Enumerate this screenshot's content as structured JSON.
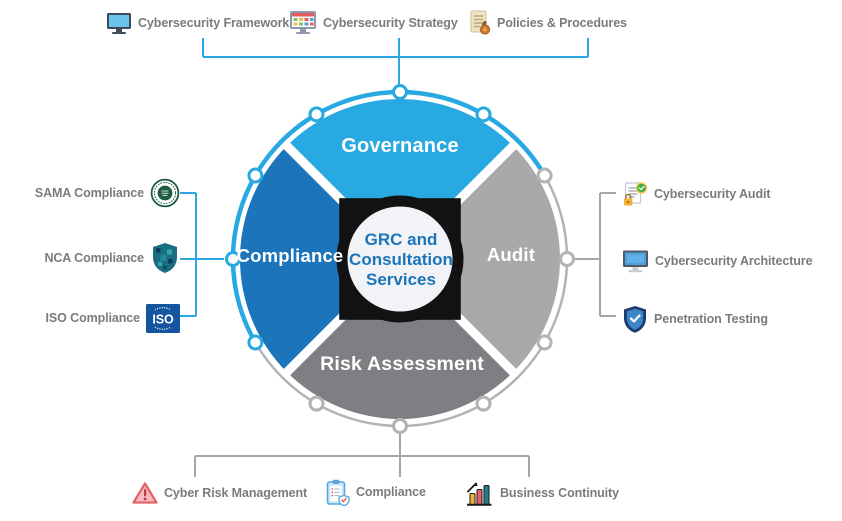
{
  "title": "GRC and Consultation Services",
  "colors": {
    "governance_blue": "#29A9E1",
    "compliance_blue": "#1C75BB",
    "audit_gray": "#A9A9AC",
    "risk_gray": "#7F7F83",
    "ring_gray": "#B3B3B6",
    "connector_blue": "#29A9E1",
    "connector_gray": "#A6A6A9",
    "center_ring_black": "#121212",
    "center_fill": "#F2F3F6",
    "label_gray": "#7B7B7E",
    "wedge_text_white": "#FFFFFF"
  },
  "center": {
    "line1": "GRC and",
    "line2": "Consultation",
    "line3": "Services"
  },
  "wedges": {
    "top": {
      "label": "Governance"
    },
    "left": {
      "label": "Compliance"
    },
    "right": {
      "label": "Audit"
    },
    "bottom": {
      "label": "Risk Assessment"
    }
  },
  "top_group": {
    "items": [
      {
        "label": "Cybersecurity Framework",
        "icon": "monitor-icon"
      },
      {
        "label": "Cybersecurity Strategy",
        "icon": "dashboard-monitor-icon"
      },
      {
        "label": "Policies & Procedures",
        "icon": "document-stamp-icon"
      }
    ]
  },
  "left_group": {
    "items": [
      {
        "label": "SAMA Compliance",
        "icon": "sama-seal-icon"
      },
      {
        "label": "NCA Compliance",
        "icon": "nca-shield-icon"
      },
      {
        "label": "ISO Compliance",
        "icon": "iso-badge-icon",
        "icon_text": "ISO"
      }
    ]
  },
  "right_group": {
    "items": [
      {
        "label": "Cybersecurity Audit",
        "icon": "audit-document-icon"
      },
      {
        "label": "Cybersecurity Architecture",
        "icon": "monitor-icon"
      },
      {
        "label": "Penetration Testing",
        "icon": "shield-check-icon"
      }
    ]
  },
  "bottom_group": {
    "items": [
      {
        "label": "Cyber Risk Management",
        "icon": "warning-triangle-icon"
      },
      {
        "label": "Compliance",
        "icon": "clipboard-shield-icon"
      },
      {
        "label": "Business Continuity",
        "icon": "bar-chart-icon"
      }
    ]
  }
}
